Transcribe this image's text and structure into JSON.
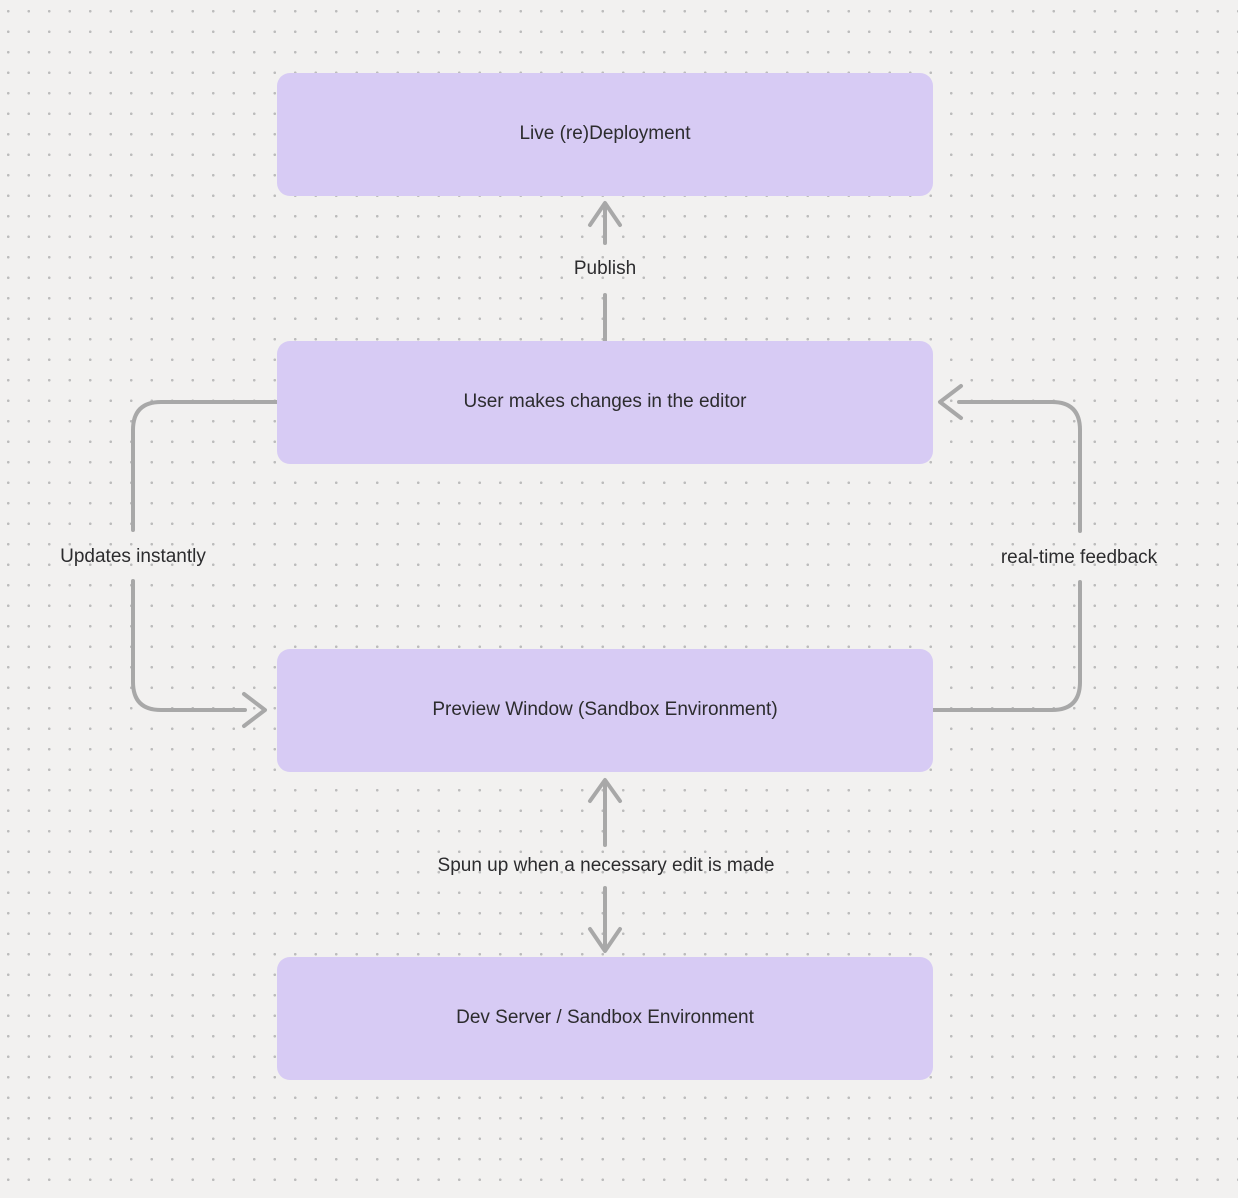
{
  "diagram": {
    "background_color": "#f2f1f0",
    "dot_color": "#bcbcbc",
    "node_fill": "#d7cbf4",
    "node_text_color": "#2c2c2e",
    "arrow_color": "#a8a8a8",
    "nodes": [
      {
        "id": "live-redeployment",
        "label": "Live (re)Deployment"
      },
      {
        "id": "user-editor-changes",
        "label": "User makes changes in the editor"
      },
      {
        "id": "preview-window",
        "label": "Preview Window (Sandbox Environment)"
      },
      {
        "id": "dev-server",
        "label": "Dev Server / Sandbox Environment"
      }
    ],
    "edges": [
      {
        "id": "publish",
        "from": "user-editor-changes",
        "to": "live-redeployment",
        "label": "Publish",
        "arrow": "up"
      },
      {
        "id": "updates-instantly",
        "from": "user-editor-changes",
        "to": "preview-window",
        "label": "Updates instantly",
        "arrow": "left-side-loop-down"
      },
      {
        "id": "real-time-feedback",
        "from": "preview-window",
        "to": "user-editor-changes",
        "label": "real-time feedback",
        "arrow": "right-side-loop-up"
      },
      {
        "id": "spun-up",
        "from": "preview-window",
        "to": "dev-server",
        "label": "Spun up when a necessary edit is made",
        "arrow": "double-headed"
      }
    ]
  }
}
